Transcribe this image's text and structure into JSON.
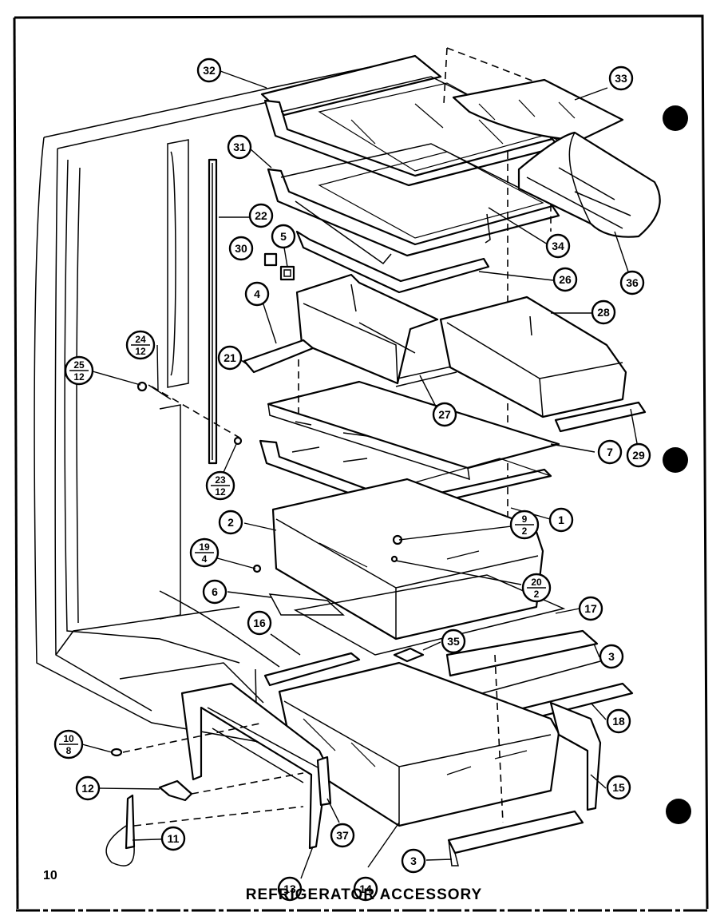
{
  "caption": "REFRIGERATOR  ACCESSORY",
  "page_number": "10",
  "callouts": [
    {
      "id": "32",
      "label": "32"
    },
    {
      "id": "33",
      "label": "33"
    },
    {
      "id": "31",
      "label": "31"
    },
    {
      "id": "22",
      "label": "22"
    },
    {
      "id": "34",
      "label": "34"
    },
    {
      "id": "36",
      "label": "36"
    },
    {
      "id": "30",
      "label": "30"
    },
    {
      "id": "5",
      "label": "5"
    },
    {
      "id": "26",
      "label": "26"
    },
    {
      "id": "4",
      "label": "4"
    },
    {
      "id": "28",
      "label": "28"
    },
    {
      "id": "21",
      "label": "21"
    },
    {
      "id": "27",
      "label": "27"
    },
    {
      "id": "7",
      "label": "7"
    },
    {
      "id": "29",
      "label": "29"
    },
    {
      "id": "1",
      "label": "1"
    },
    {
      "id": "2",
      "label": "2"
    },
    {
      "id": "6",
      "label": "6"
    },
    {
      "id": "17",
      "label": "17"
    },
    {
      "id": "16",
      "label": "16"
    },
    {
      "id": "35",
      "label": "35"
    },
    {
      "id": "3a",
      "label": "3"
    },
    {
      "id": "18",
      "label": "18"
    },
    {
      "id": "12",
      "label": "12"
    },
    {
      "id": "15",
      "label": "15"
    },
    {
      "id": "37",
      "label": "37"
    },
    {
      "id": "11",
      "label": "11"
    },
    {
      "id": "13",
      "label": "13"
    },
    {
      "id": "14",
      "label": "14"
    },
    {
      "id": "3b",
      "label": "3"
    }
  ],
  "fraction_callouts": [
    {
      "id": "24-12",
      "numerator": "24",
      "denominator": "12"
    },
    {
      "id": "25-12",
      "numerator": "25",
      "denominator": "12"
    },
    {
      "id": "23-12",
      "numerator": "23",
      "denominator": "12"
    },
    {
      "id": "9-2",
      "numerator": "9",
      "denominator": "2"
    },
    {
      "id": "19-4",
      "numerator": "19",
      "denominator": "4"
    },
    {
      "id": "20-2",
      "numerator": "20",
      "denominator": "2"
    },
    {
      "id": "10-8",
      "numerator": "10",
      "denominator": "8"
    }
  ]
}
